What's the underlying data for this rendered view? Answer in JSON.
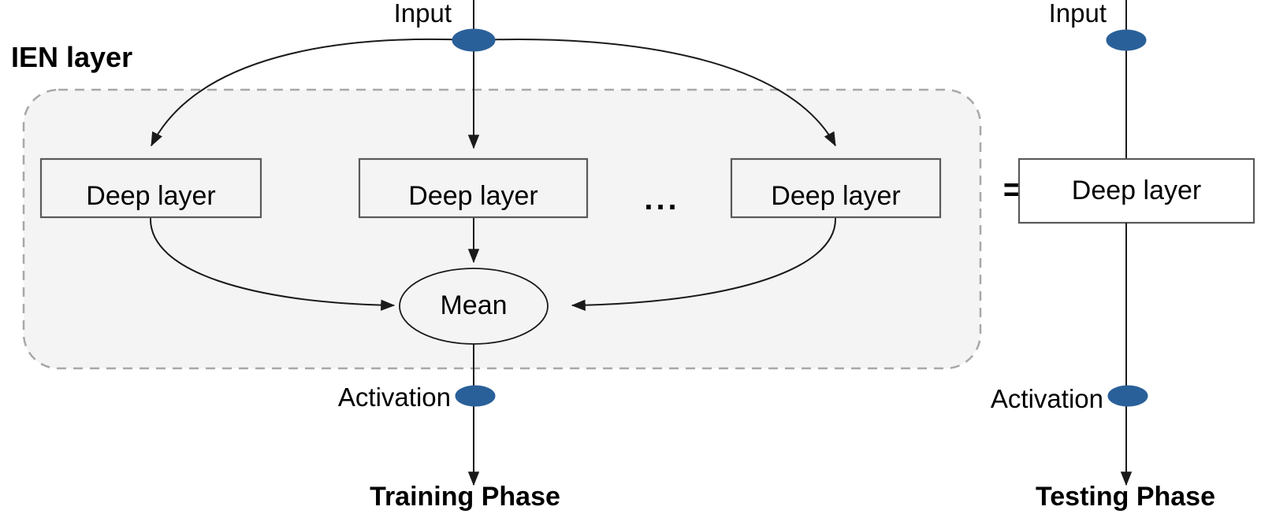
{
  "figure": {
    "title": "IEN layer",
    "background_color": "#ffffff",
    "node_color": "#2a6099",
    "panel_fill": "#f4f4f4",
    "panel_border_color": "#a8a8a8",
    "box_fill_left": "#f4f4f4",
    "box_fill_right": "#ffffff",
    "box_border_color": "#595959",
    "edge_color": "#1a1a1a"
  },
  "training": {
    "input_label": "Input",
    "deep_layers": [
      {
        "label": "Deep layer"
      },
      {
        "label": "Deep layer"
      },
      {
        "label": "Deep layer"
      }
    ],
    "ellipsis": "...",
    "mean_label": "Mean",
    "activation_label": "Activation",
    "phase_label": "Training Phase"
  },
  "equals": {
    "symbol": "="
  },
  "testing": {
    "input_label": "Input",
    "deep_layer_label": "Deep layer",
    "activation_label": "Activation",
    "phase_label": "Testing Phase"
  }
}
